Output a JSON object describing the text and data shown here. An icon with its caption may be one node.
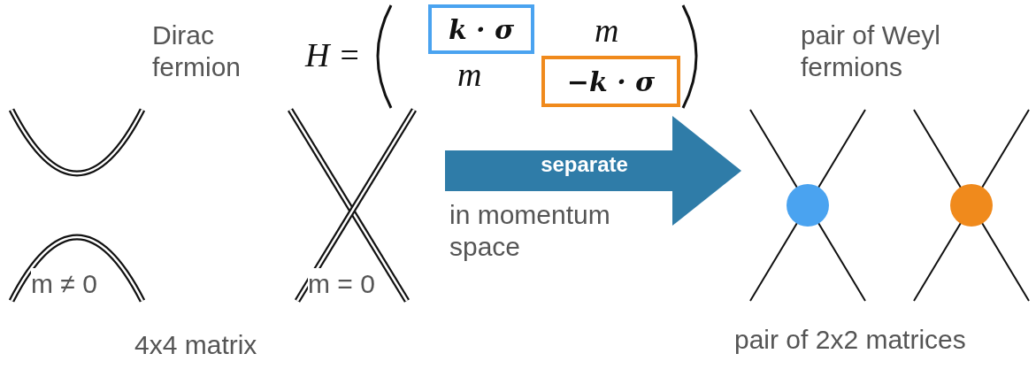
{
  "diagram": {
    "nodes": [
      {
        "text": [
          "m ≠ 0"
        ]
      },
      {
        "text": [
          "m = 0"
        ]
      },
      {
        "text": [
          "k · σ"
        ]
      },
      {
        "text": [
          "−k · σ"
        ]
      },
      {
        "text": [],
        "shape": "picture"
      }
    ],
    "edges": [
      {
        "from": 1,
        "to": 4,
        "arrow": "to",
        "label": "separate"
      }
    ],
    "labels": [
      "Dirac fermion",
      "H =",
      "m",
      "pair of Weyl fermions",
      "m",
      "in momentum space",
      "4x4 matrix",
      "pair of 2x2 matrices"
    ]
  }
}
